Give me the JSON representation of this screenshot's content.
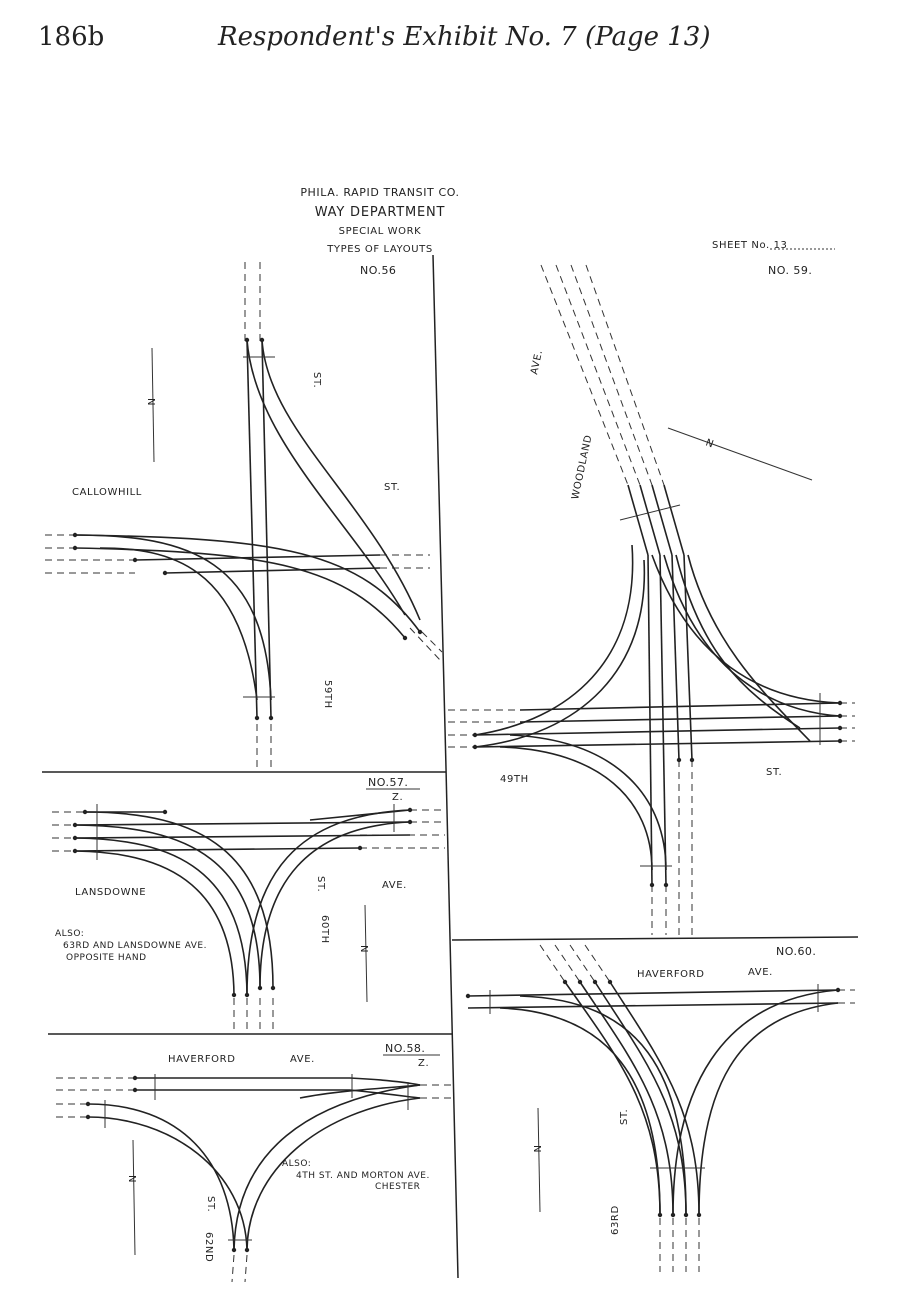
{
  "page": {
    "number": "186b",
    "title": "Respondent's Exhibit No. 7 (Page 13)"
  },
  "title_block": {
    "company": "PHILA. RAPID TRANSIT CO.",
    "department": "WAY DEPARTMENT",
    "subtitle": "SPECIAL WORK",
    "caption": "TYPES OF LAYOUTS",
    "sheet_label": "SHEET No. 13"
  },
  "layouts": {
    "no56": {
      "number": "NO.56",
      "street_a": "CALLOWHILL",
      "street_a_suffix": "ST.",
      "street_b": "59TH",
      "street_b_suffix": "ST."
    },
    "no57": {
      "number": "NO.57.",
      "sub": "Z.",
      "street_a": "LANSDOWNE",
      "street_a_suffix": "AVE.",
      "street_b": "60TH",
      "street_b_suffix": "ST.",
      "note_head": "ALSO:",
      "note_line1": "63RD AND LANSDOWNE AVE.",
      "note_line2": "OPPOSITE HAND"
    },
    "no58": {
      "number": "NO.58.",
      "sub": "Z.",
      "street_a": "HAVERFORD",
      "street_a_suffix": "AVE.",
      "street_b": "62ND",
      "street_b_suffix": "ST.",
      "note_head": "ALSO:",
      "note_line1": "4TH ST. AND MORTON AVE.",
      "note_line2": "CHESTER"
    },
    "no59": {
      "number": "NO. 59.",
      "street_a": "WOODLAND",
      "street_a_suffix": "AVE.",
      "street_b": "49TH",
      "street_b_suffix": "ST."
    },
    "no60": {
      "number": "NO.60.",
      "street_a": "HAVERFORD",
      "street_a_suffix": "AVE.",
      "street_b": "63RD",
      "street_b_suffix": "ST."
    }
  },
  "north_arrow": "N"
}
